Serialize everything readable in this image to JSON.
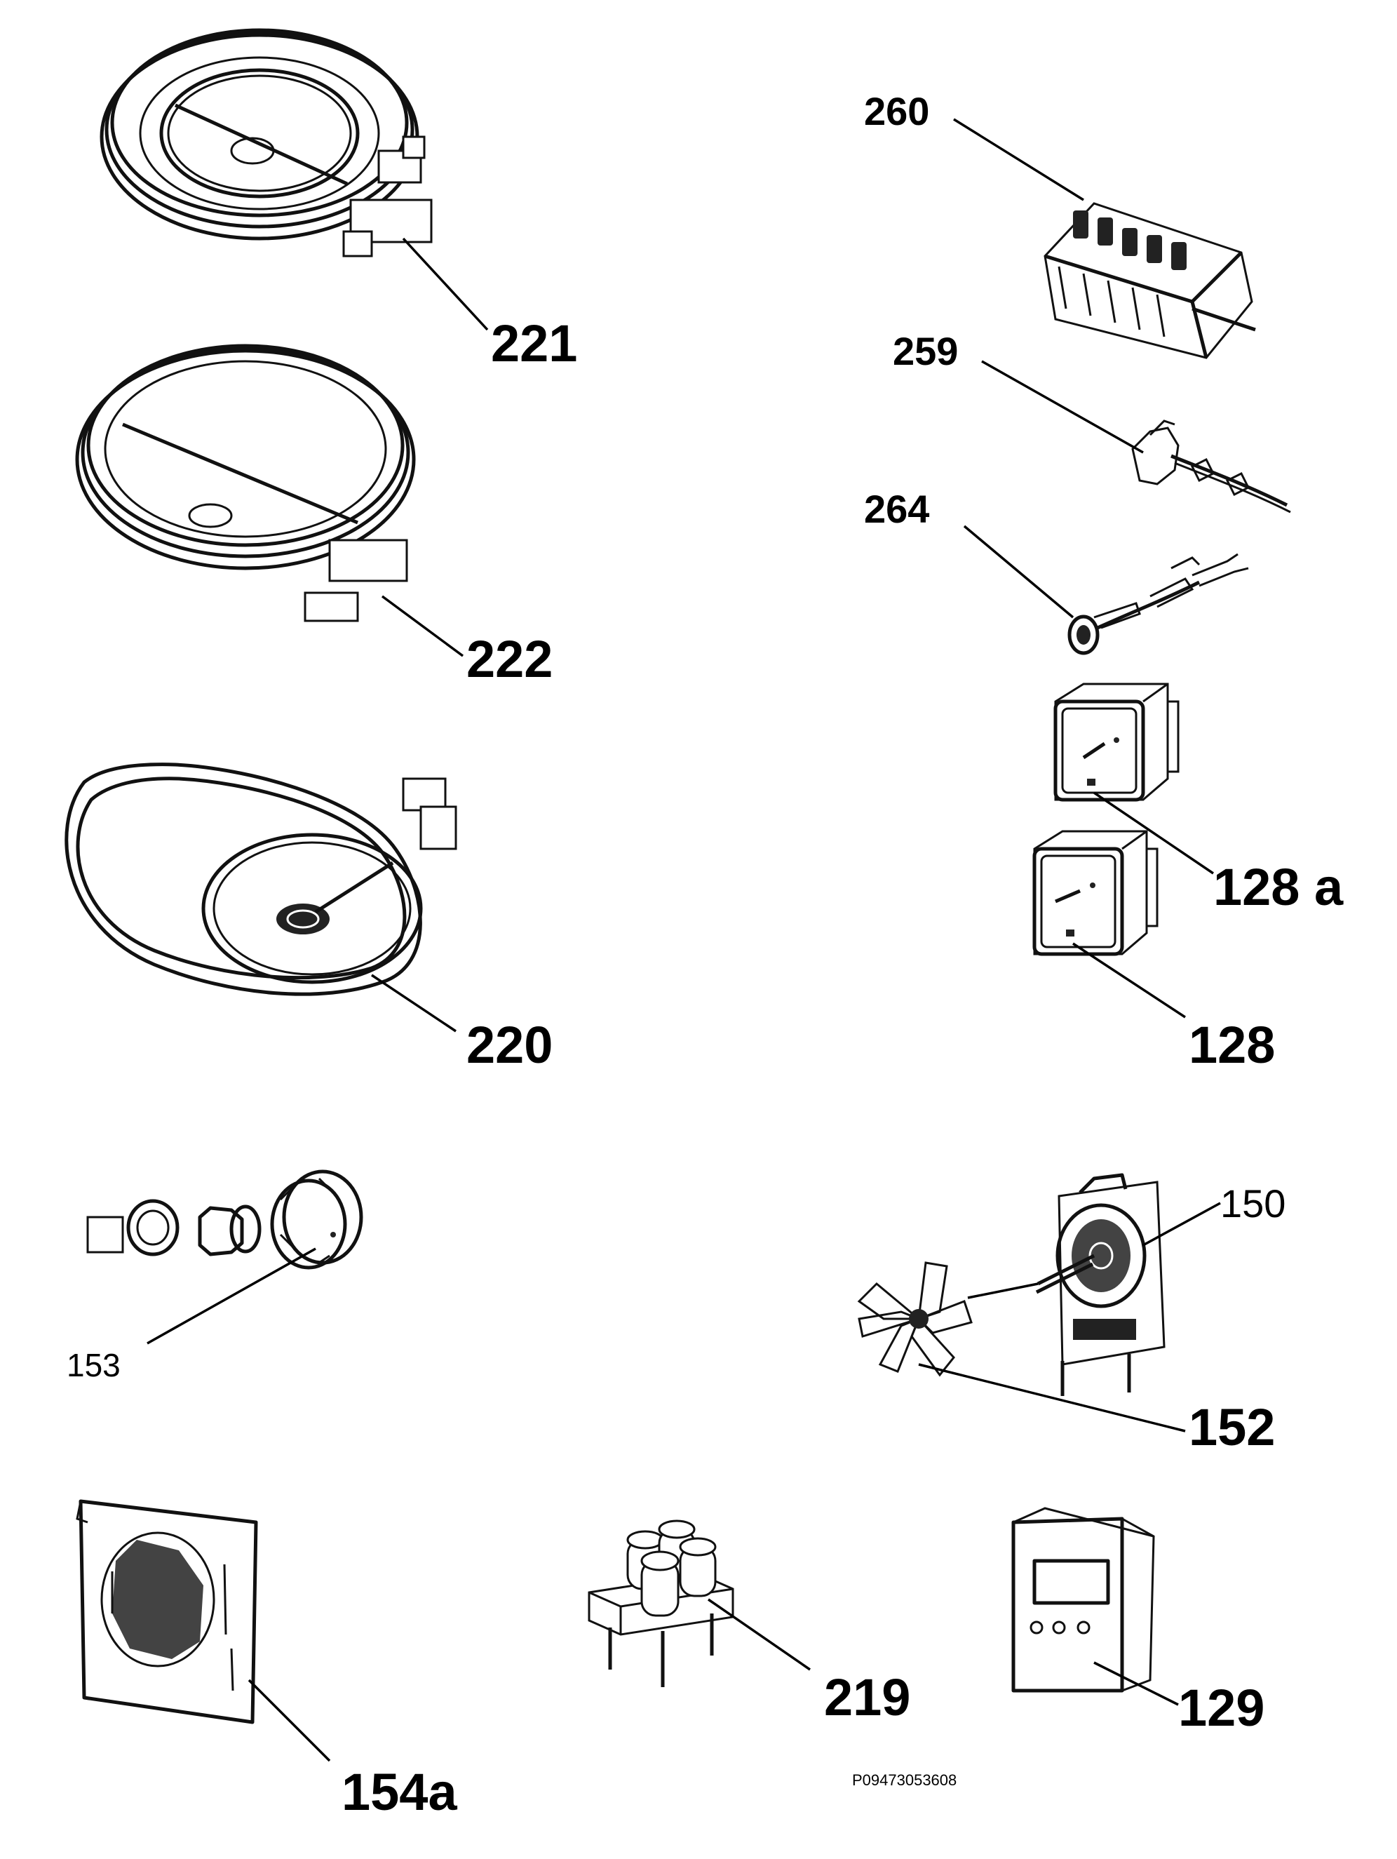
{
  "labels": {
    "l221": "221",
    "l222": "222",
    "l220": "220",
    "l153": "153",
    "l154a": "154a",
    "l219": "219",
    "l129": "129",
    "l152": "152",
    "l150": "150",
    "l128": "128",
    "l128a": "128 a",
    "l264": "264",
    "l259": "259",
    "l260": "260",
    "code": "P09473053608"
  }
}
